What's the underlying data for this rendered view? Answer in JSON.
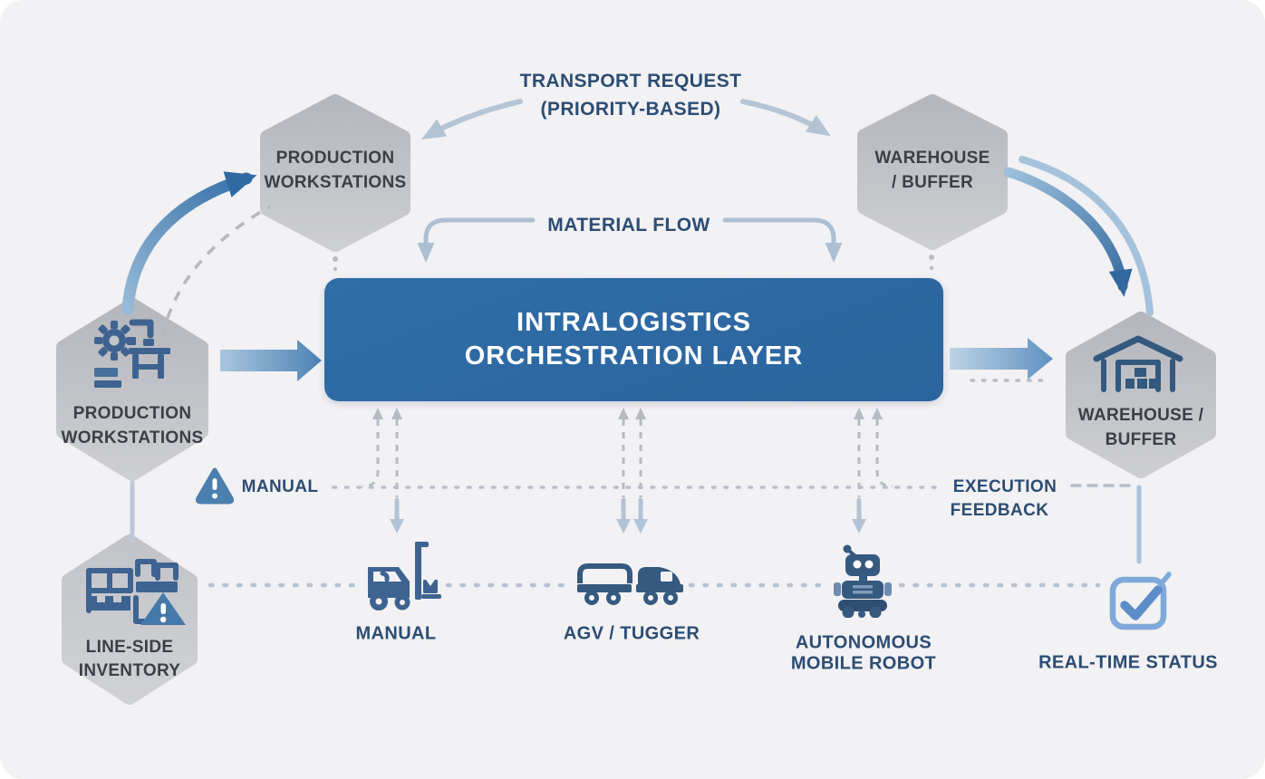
{
  "canvas": {
    "background": "#f2f1f3"
  },
  "colors": {
    "accent_blue": "#2e6ba6",
    "deep_arrow_blue": "#2f6aa3",
    "icon_navy": "#3a608f",
    "status_light_blue": "#7fa9d9",
    "label_navy": "#2c4d73",
    "hex_text": "#3b3f47",
    "hex_fill": "#c0c2c7",
    "dashed_gray": "#b6bac2",
    "dotted_steel": "#b3c3d6"
  },
  "orchestrator": {
    "lines": [
      "INTRALOGISTICS",
      "ORCHESTRATION LAYER"
    ]
  },
  "nodes": {
    "production_top": {
      "lines": [
        "PRODUCTION",
        "WORKSTATIONS"
      ]
    },
    "warehouse_top": {
      "lines": [
        "WAREHOUSE",
        "/ BUFFER"
      ]
    },
    "production_left": {
      "lines": [
        "PRODUCTION",
        "WORKSTATIONS"
      ],
      "icon": "gears-workbench-icon"
    },
    "warehouse_right": {
      "lines": [
        "WAREHOUSE /",
        "BUFFER"
      ],
      "icon": "warehouse-icon"
    },
    "lineside": {
      "lines": [
        "LINE-SIDE",
        "INVENTORY"
      ],
      "icon": "inventory-shelf-alert-icon"
    }
  },
  "flows": {
    "transport_request": {
      "lines": [
        "TRANSPORT REQUEST",
        "(PRIORITY-BASED)"
      ]
    },
    "material_flow": {
      "label": "MATERIAL FLOW"
    },
    "manual_exception": {
      "label": "MANUAL",
      "icon": "warning-triangle-icon"
    },
    "execution_feedback": {
      "lines": [
        "EXECUTION",
        "FEEDBACK"
      ]
    }
  },
  "resources": {
    "manual": {
      "label": "MANUAL",
      "icon": "forklift-icon"
    },
    "agv": {
      "label": "AGV / TUGGER",
      "icon": "agv-tugger-icon"
    },
    "amr": {
      "lines": [
        "AUTONOMOUS",
        "MOBILE ROBOT"
      ],
      "icon": "mobile-robot-icon"
    },
    "realtime": {
      "label": "REAL-TIME STATUS",
      "icon": "checkbox-check-icon"
    }
  }
}
